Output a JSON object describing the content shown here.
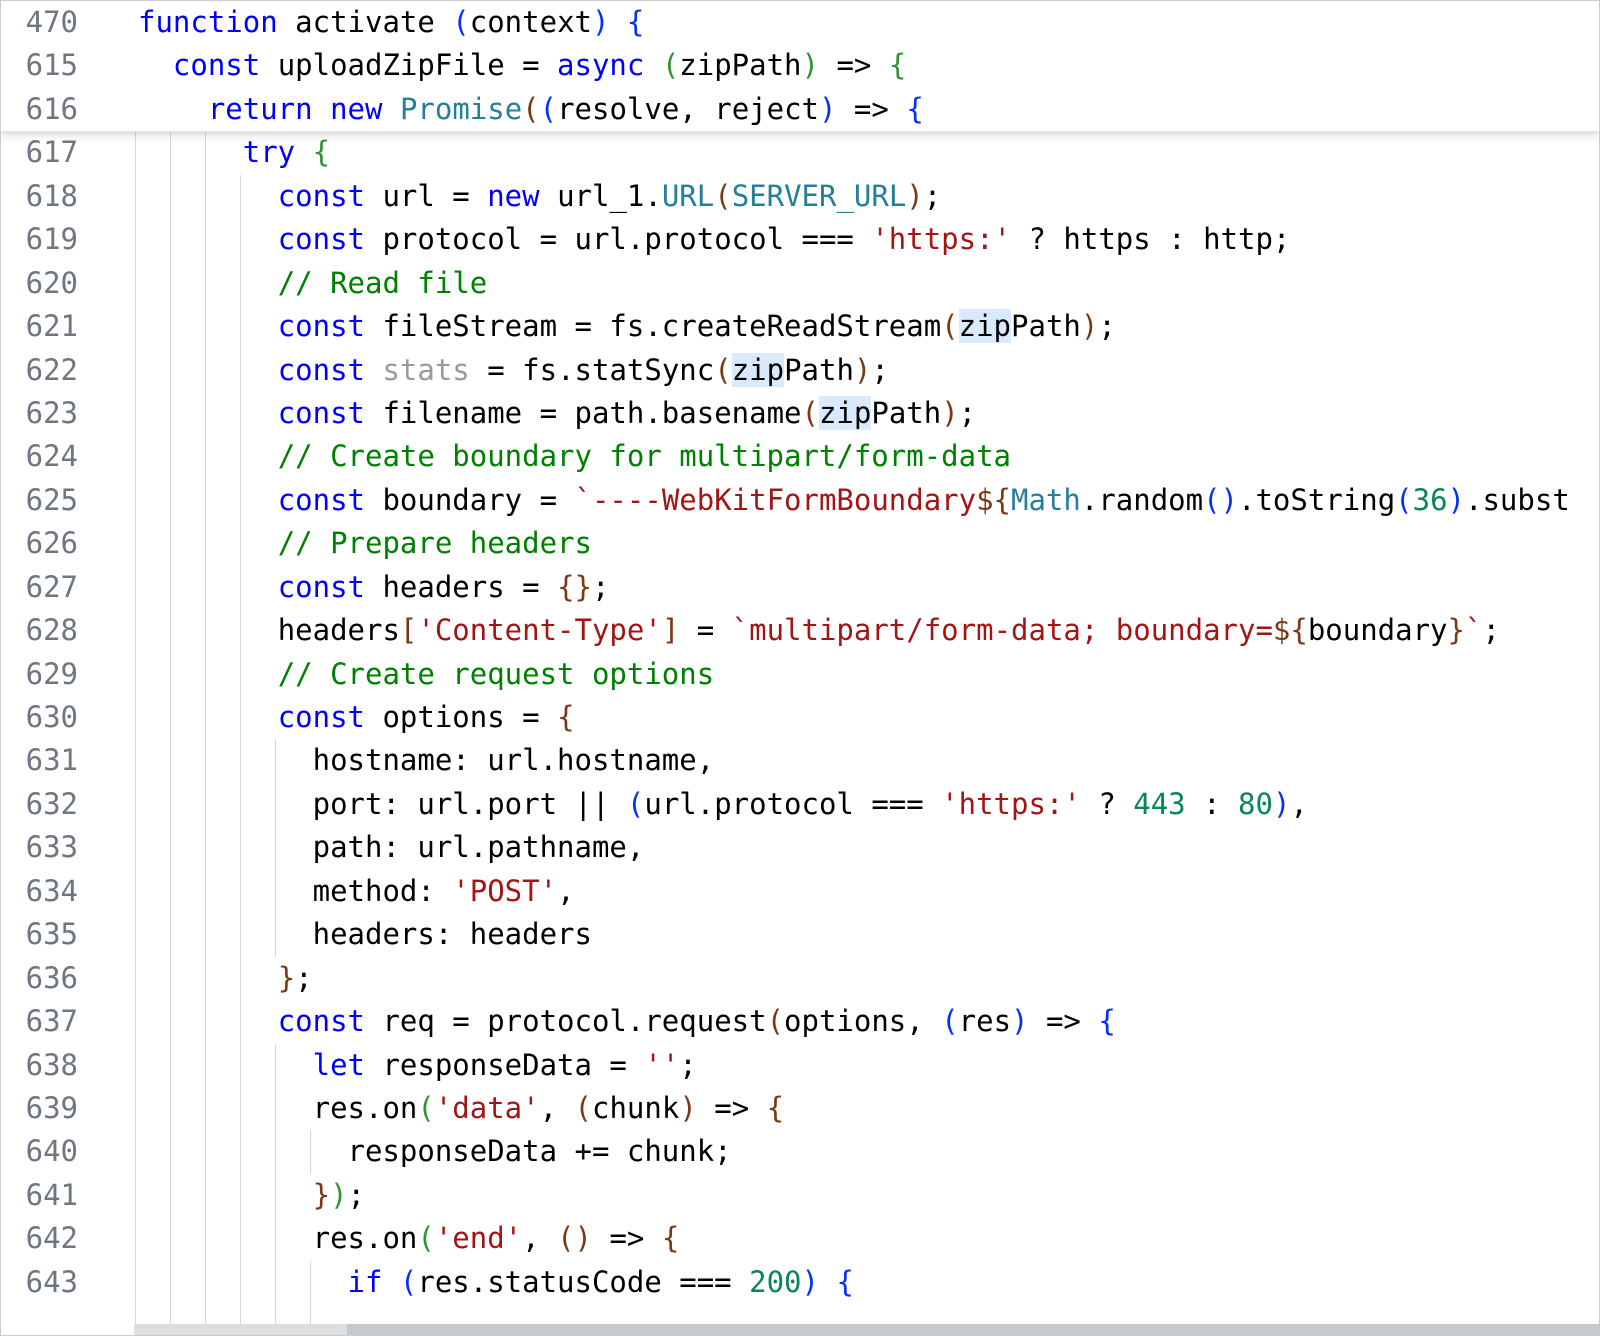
{
  "editor": {
    "app": "code-editor",
    "theme_colors": {
      "background": "#ffffff",
      "line_number": "#6e7681",
      "indent_guide": "#d6d9dc",
      "word_highlight": "#d9eafc",
      "sticky_shadow": "rgba(0,0,0,0.16)",
      "scrollbar_track": "#dcdedf",
      "scrollbar_thumb": "#c6c9cc"
    },
    "token_colors": {
      "kw": "#0000ff",
      "id": "#000000",
      "type": "#267f99",
      "str": "#a31515",
      "com": "#008000",
      "num": "#098658",
      "b1": "#0431fa",
      "b2": "#319331",
      "b3": "#7b3814",
      "dim": "#9a9a9a",
      "hl": "#000000"
    },
    "sticky_lines": [
      {
        "num": "470",
        "indent": 0,
        "guides": [],
        "tokens": [
          [
            "kw",
            "function"
          ],
          [
            "id",
            " activate "
          ],
          [
            "b1",
            "("
          ],
          [
            "id",
            "context"
          ],
          [
            "b1",
            ")"
          ],
          [
            "id",
            " "
          ],
          [
            "b1",
            "{"
          ]
        ]
      },
      {
        "num": "615",
        "indent": 2,
        "guides": [],
        "tokens": [
          [
            "kw",
            "const"
          ],
          [
            "id",
            " uploadZipFile = "
          ],
          [
            "kw",
            "async"
          ],
          [
            "id",
            " "
          ],
          [
            "b2",
            "("
          ],
          [
            "id",
            "zipPath"
          ],
          [
            "b2",
            ")"
          ],
          [
            "id",
            " => "
          ],
          [
            "b2",
            "{"
          ]
        ]
      },
      {
        "num": "616",
        "indent": 4,
        "guides": [],
        "tokens": [
          [
            "kw",
            "return"
          ],
          [
            "id",
            " "
          ],
          [
            "kw",
            "new"
          ],
          [
            "id",
            " "
          ],
          [
            "type",
            "Promise"
          ],
          [
            "b3",
            "("
          ],
          [
            "b1",
            "("
          ],
          [
            "id",
            "resolve, reject"
          ],
          [
            "b1",
            ")"
          ],
          [
            "id",
            " => "
          ],
          [
            "b1",
            "{"
          ]
        ]
      }
    ],
    "lines": [
      {
        "num": "617",
        "indent": 6,
        "guides": [
          0,
          2,
          4
        ],
        "tokens": [
          [
            "kw",
            "try"
          ],
          [
            "id",
            " "
          ],
          [
            "b2",
            "{"
          ]
        ]
      },
      {
        "num": "618",
        "indent": 8,
        "guides": [
          0,
          2,
          4,
          6
        ],
        "tokens": [
          [
            "kw",
            "const"
          ],
          [
            "id",
            " url = "
          ],
          [
            "kw",
            "new"
          ],
          [
            "id",
            " url_1."
          ],
          [
            "type",
            "URL"
          ],
          [
            "b3",
            "("
          ],
          [
            "type",
            "SERVER_URL"
          ],
          [
            "b3",
            ")"
          ],
          [
            "id",
            ";"
          ]
        ]
      },
      {
        "num": "619",
        "indent": 8,
        "guides": [
          0,
          2,
          4,
          6
        ],
        "tokens": [
          [
            "kw",
            "const"
          ],
          [
            "id",
            " protocol = url.protocol === "
          ],
          [
            "str",
            "'https:'"
          ],
          [
            "id",
            " ? https : http;"
          ]
        ]
      },
      {
        "num": "620",
        "indent": 8,
        "guides": [
          0,
          2,
          4,
          6
        ],
        "tokens": [
          [
            "com",
            "// Read file"
          ]
        ]
      },
      {
        "num": "621",
        "indent": 8,
        "guides": [
          0,
          2,
          4,
          6
        ],
        "tokens": [
          [
            "kw",
            "const"
          ],
          [
            "id",
            " fileStream = fs.createReadStream"
          ],
          [
            "b3",
            "("
          ],
          [
            "hl",
            "zip"
          ],
          [
            "id",
            "Path"
          ],
          [
            "b3",
            ")"
          ],
          [
            "id",
            ";"
          ]
        ]
      },
      {
        "num": "622",
        "indent": 8,
        "guides": [
          0,
          2,
          4,
          6
        ],
        "tokens": [
          [
            "kw",
            "const"
          ],
          [
            "id",
            " "
          ],
          [
            "dim",
            "stats"
          ],
          [
            "id",
            " = fs.statSync"
          ],
          [
            "b3",
            "("
          ],
          [
            "hl",
            "zip"
          ],
          [
            "id",
            "Path"
          ],
          [
            "b3",
            ")"
          ],
          [
            "id",
            ";"
          ]
        ]
      },
      {
        "num": "623",
        "indent": 8,
        "guides": [
          0,
          2,
          4,
          6
        ],
        "tokens": [
          [
            "kw",
            "const"
          ],
          [
            "id",
            " filename = path.basename"
          ],
          [
            "b3",
            "("
          ],
          [
            "hl",
            "zip"
          ],
          [
            "id",
            "Path"
          ],
          [
            "b3",
            ")"
          ],
          [
            "id",
            ";"
          ]
        ]
      },
      {
        "num": "624",
        "indent": 8,
        "guides": [
          0,
          2,
          4,
          6
        ],
        "tokens": [
          [
            "com",
            "// Create boundary for multipart/form-data"
          ]
        ]
      },
      {
        "num": "625",
        "indent": 8,
        "guides": [
          0,
          2,
          4,
          6
        ],
        "tokens": [
          [
            "kw",
            "const"
          ],
          [
            "id",
            " boundary = "
          ],
          [
            "str",
            "`----WebKitFormBoundary"
          ],
          [
            "b3",
            "${"
          ],
          [
            "type",
            "Math"
          ],
          [
            "id",
            ".random"
          ],
          [
            "b1",
            "("
          ],
          [
            "b1",
            ")"
          ],
          [
            "id",
            ".toString"
          ],
          [
            "b1",
            "("
          ],
          [
            "num",
            "36"
          ],
          [
            "b1",
            ")"
          ],
          [
            "id",
            ".subst"
          ]
        ]
      },
      {
        "num": "626",
        "indent": 8,
        "guides": [
          0,
          2,
          4,
          6
        ],
        "tokens": [
          [
            "com",
            "// Prepare headers"
          ]
        ]
      },
      {
        "num": "627",
        "indent": 8,
        "guides": [
          0,
          2,
          4,
          6
        ],
        "tokens": [
          [
            "kw",
            "const"
          ],
          [
            "id",
            " headers = "
          ],
          [
            "b3",
            "{"
          ],
          [
            "b3",
            "}"
          ],
          [
            "id",
            ";"
          ]
        ]
      },
      {
        "num": "628",
        "indent": 8,
        "guides": [
          0,
          2,
          4,
          6
        ],
        "tokens": [
          [
            "id",
            "headers"
          ],
          [
            "b3",
            "["
          ],
          [
            "str",
            "'Content-Type'"
          ],
          [
            "b3",
            "]"
          ],
          [
            "id",
            " = "
          ],
          [
            "str",
            "`multipart/form-data; boundary="
          ],
          [
            "b3",
            "${"
          ],
          [
            "id",
            "boundary"
          ],
          [
            "b3",
            "}"
          ],
          [
            "str",
            "`"
          ],
          [
            "id",
            ";"
          ]
        ]
      },
      {
        "num": "629",
        "indent": 8,
        "guides": [
          0,
          2,
          4,
          6
        ],
        "tokens": [
          [
            "com",
            "// Create request options"
          ]
        ]
      },
      {
        "num": "630",
        "indent": 8,
        "guides": [
          0,
          2,
          4,
          6
        ],
        "tokens": [
          [
            "kw",
            "const"
          ],
          [
            "id",
            " options = "
          ],
          [
            "b3",
            "{"
          ]
        ]
      },
      {
        "num": "631",
        "indent": 10,
        "guides": [
          0,
          2,
          4,
          6,
          8
        ],
        "tokens": [
          [
            "id",
            "hostname: url.hostname,"
          ]
        ]
      },
      {
        "num": "632",
        "indent": 10,
        "guides": [
          0,
          2,
          4,
          6,
          8
        ],
        "tokens": [
          [
            "id",
            "port: url.port || "
          ],
          [
            "b1",
            "("
          ],
          [
            "id",
            "url.protocol === "
          ],
          [
            "str",
            "'https:'"
          ],
          [
            "id",
            " ? "
          ],
          [
            "num",
            "443"
          ],
          [
            "id",
            " : "
          ],
          [
            "num",
            "80"
          ],
          [
            "b1",
            ")"
          ],
          [
            "id",
            ","
          ]
        ]
      },
      {
        "num": "633",
        "indent": 10,
        "guides": [
          0,
          2,
          4,
          6,
          8
        ],
        "tokens": [
          [
            "id",
            "path: url.pathname,"
          ]
        ]
      },
      {
        "num": "634",
        "indent": 10,
        "guides": [
          0,
          2,
          4,
          6,
          8
        ],
        "tokens": [
          [
            "id",
            "method: "
          ],
          [
            "str",
            "'POST'"
          ],
          [
            "id",
            ","
          ]
        ]
      },
      {
        "num": "635",
        "indent": 10,
        "guides": [
          0,
          2,
          4,
          6,
          8
        ],
        "tokens": [
          [
            "id",
            "headers: headers"
          ]
        ]
      },
      {
        "num": "636",
        "indent": 8,
        "guides": [
          0,
          2,
          4,
          6
        ],
        "tokens": [
          [
            "b3",
            "}"
          ],
          [
            "id",
            ";"
          ]
        ]
      },
      {
        "num": "637",
        "indent": 8,
        "guides": [
          0,
          2,
          4,
          6
        ],
        "tokens": [
          [
            "kw",
            "const"
          ],
          [
            "id",
            " req = protocol.request"
          ],
          [
            "b3",
            "("
          ],
          [
            "id",
            "options, "
          ],
          [
            "b1",
            "("
          ],
          [
            "id",
            "res"
          ],
          [
            "b1",
            ")"
          ],
          [
            "id",
            " => "
          ],
          [
            "b1",
            "{"
          ]
        ]
      },
      {
        "num": "638",
        "indent": 10,
        "guides": [
          0,
          2,
          4,
          6,
          8
        ],
        "tokens": [
          [
            "kw",
            "let"
          ],
          [
            "id",
            " responseData = "
          ],
          [
            "str",
            "''"
          ],
          [
            "id",
            ";"
          ]
        ]
      },
      {
        "num": "639",
        "indent": 10,
        "guides": [
          0,
          2,
          4,
          6,
          8
        ],
        "tokens": [
          [
            "id",
            "res.on"
          ],
          [
            "b2",
            "("
          ],
          [
            "str",
            "'data'"
          ],
          [
            "id",
            ", "
          ],
          [
            "b3",
            "("
          ],
          [
            "id",
            "chunk"
          ],
          [
            "b3",
            ")"
          ],
          [
            "id",
            " => "
          ],
          [
            "b3",
            "{"
          ]
        ]
      },
      {
        "num": "640",
        "indent": 12,
        "guides": [
          0,
          2,
          4,
          6,
          8,
          10
        ],
        "tokens": [
          [
            "id",
            "responseData += chunk;"
          ]
        ]
      },
      {
        "num": "641",
        "indent": 10,
        "guides": [
          0,
          2,
          4,
          6,
          8
        ],
        "tokens": [
          [
            "b3",
            "}"
          ],
          [
            "b2",
            ")"
          ],
          [
            "id",
            ";"
          ]
        ]
      },
      {
        "num": "642",
        "indent": 10,
        "guides": [
          0,
          2,
          4,
          6,
          8
        ],
        "tokens": [
          [
            "id",
            "res.on"
          ],
          [
            "b2",
            "("
          ],
          [
            "str",
            "'end'"
          ],
          [
            "id",
            ", "
          ],
          [
            "b3",
            "("
          ],
          [
            "b3",
            ")"
          ],
          [
            "id",
            " => "
          ],
          [
            "b3",
            "{"
          ]
        ]
      },
      {
        "num": "643",
        "indent": 12,
        "guides": [
          0,
          2,
          4,
          6,
          8,
          10
        ],
        "tokens": [
          [
            "kw",
            "if"
          ],
          [
            "id",
            " "
          ],
          [
            "b1",
            "("
          ],
          [
            "id",
            "res.statusCode === "
          ],
          [
            "num",
            "200"
          ],
          [
            "b1",
            ")"
          ],
          [
            "id",
            " "
          ],
          [
            "b1",
            "{"
          ]
        ]
      },
      {
        "num": "",
        "indent": 0,
        "guides": [
          0,
          2,
          4,
          6,
          8,
          10
        ],
        "partial": true,
        "tokens": []
      }
    ],
    "scrollbar": {
      "orientation": "horizontal"
    }
  }
}
